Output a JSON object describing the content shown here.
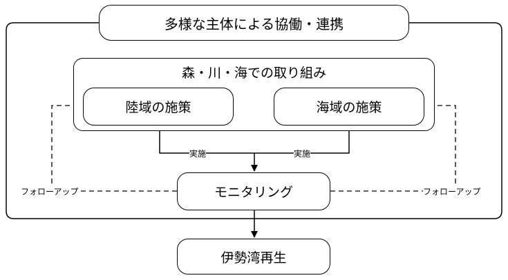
{
  "outer": {
    "title": "多様な主体による協働・連携"
  },
  "group": {
    "title": "森・川・海での取り組み"
  },
  "land_measures": {
    "label": "陸域の施策"
  },
  "sea_measures": {
    "label": "海域の施策"
  },
  "implement": {
    "left_label": "実施",
    "right_label": "実施"
  },
  "monitoring": {
    "label": "モニタリング"
  },
  "follow_up": {
    "left_label": "フォローアップ",
    "right_label": "フォローアップ"
  },
  "result": {
    "label": "伊勢湾再生"
  }
}
